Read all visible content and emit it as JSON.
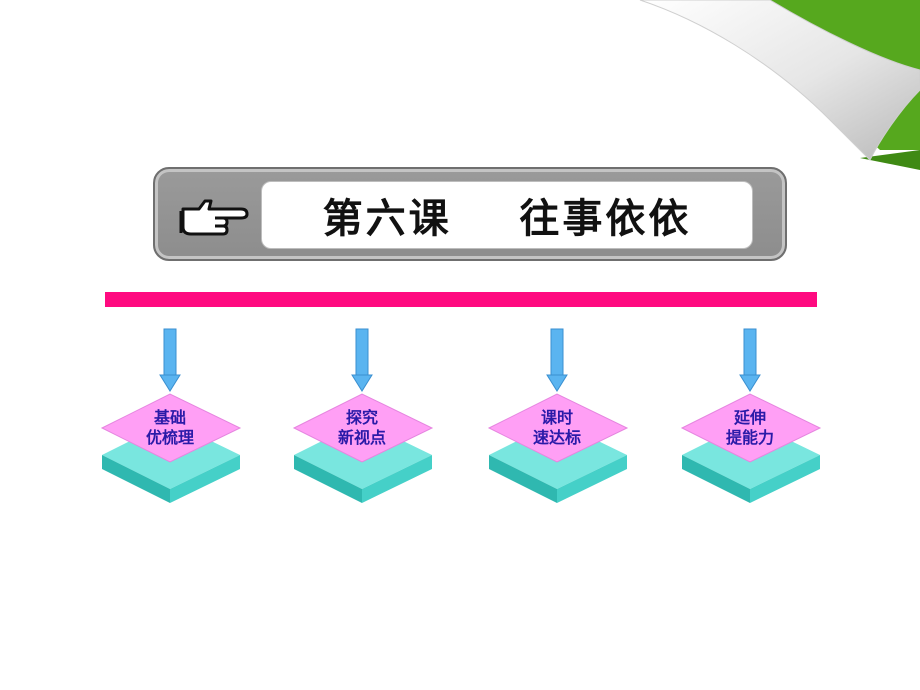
{
  "title": {
    "text": "第六课    往事依依"
  },
  "nodes": [
    {
      "line1": "基础",
      "line2": "优梳理"
    },
    {
      "line1": "探究",
      "line2": "新视点"
    },
    {
      "line1": "课时",
      "line2": "速达标"
    },
    {
      "line1": "延伸",
      "line2": "提能力"
    }
  ],
  "colors": {
    "accent_line": "#ff0a80",
    "node_top": "#ff9ff5",
    "node_base": "#33cfc7",
    "label": "#2a1aa8",
    "arrow": "#5ab4f0",
    "corner_green": "#56a81e"
  },
  "icons": [
    "pointing-hand-icon",
    "down-arrow-icon",
    "page-curl-decoration"
  ]
}
